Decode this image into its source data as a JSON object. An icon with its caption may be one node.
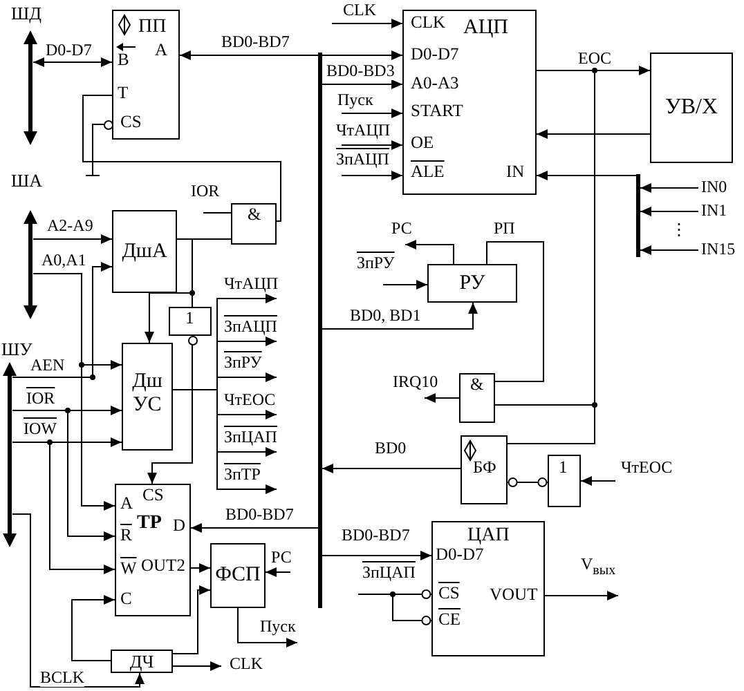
{
  "diagram": {
    "nodes": [
      {
        "text": [
          "ШД"
        ]
      },
      {
        "text": [
          "ПП",
          "B",
          "A",
          "T",
          "CS"
        ]
      },
      {
        "text": [
          "CLK",
          "АЦП",
          "D0-D7",
          "A0-A3",
          "START",
          "OE",
          "ALE",
          "IN"
        ]
      },
      {
        "text": [
          "УВ/Х"
        ]
      },
      {
        "text": [
          "ША"
        ]
      },
      {
        "text": [
          "&"
        ]
      },
      {
        "text": [
          "ДшА"
        ]
      },
      {
        "text": [
          "1"
        ]
      },
      {
        "text": [
          "ШУ"
        ]
      },
      {
        "text": [
          "Дш УС"
        ]
      },
      {
        "text": [
          "РУ"
        ]
      },
      {
        "text": [
          "&"
        ]
      },
      {
        "text": [
          "БФ"
        ]
      },
      {
        "text": [
          "1"
        ]
      },
      {
        "text": [
          "CS",
          "A",
          "ТР",
          "D",
          "R",
          "W",
          "OUT2",
          "C"
        ]
      },
      {
        "text": [
          "ФСП"
        ]
      },
      {
        "text": [
          "ЦАП",
          "D0-D7",
          "CS",
          "CE",
          "VOUT"
        ]
      },
      {
        "text": [
          "ДЧ"
        ]
      },
      {
        "text": [],
        "shape": "bar"
      },
      {
        "text": [],
        "shape": "bar"
      }
    ],
    "edges": [
      {
        "from": 0,
        "to": 1,
        "arrow": "both",
        "label": "D0-D7"
      },
      {
        "from": 18,
        "to": 1,
        "arrow": "to",
        "label": "BD0-BD7"
      },
      {
        "from": 18,
        "to": 2,
        "arrow": "to"
      },
      {
        "from": 18,
        "to": 2,
        "arrow": "to",
        "label": "BD0-BD3"
      },
      {
        "from": null,
        "to": 2,
        "arrow": "to",
        "label": "CLK"
      },
      {
        "from": null,
        "to": 2,
        "arrow": "to",
        "label": "Пуск"
      },
      {
        "from": null,
        "to": 2,
        "arrow": "to",
        "label": "ЧтАЦП"
      },
      {
        "from": null,
        "to": 2,
        "arrow": "to",
        "label": "ЗпАЦП"
      },
      {
        "from": 2,
        "to": 3,
        "arrow": "to",
        "label": "EOC"
      },
      {
        "from": 3,
        "to": 2,
        "arrow": "to"
      },
      {
        "from": 19,
        "to": 2,
        "arrow": "to"
      },
      {
        "from": null,
        "to": 19,
        "arrow": "to",
        "label": "IN0"
      },
      {
        "from": null,
        "to": 19,
        "arrow": "to",
        "label": "IN1"
      },
      {
        "from": null,
        "to": 19,
        "arrow": "to",
        "label": "IN15"
      },
      {
        "from": 2,
        "to": 11,
        "arrow": "none"
      },
      {
        "from": 2,
        "to": 12,
        "arrow": "none"
      },
      {
        "from": 4,
        "to": 6,
        "arrow": "to",
        "label": "A2-A9"
      },
      {
        "from": 4,
        "to": 14,
        "arrow": "to",
        "label": "A0,A1"
      },
      {
        "from": null,
        "to": 5,
        "arrow": "none",
        "label": "IOR"
      },
      {
        "from": 6,
        "to": 5,
        "arrow": "none"
      },
      {
        "from": 5,
        "to": 1,
        "arrow": "none"
      },
      {
        "from": 6,
        "to": 7,
        "arrow": "none"
      },
      {
        "from": 6,
        "to": 9,
        "arrow": "to"
      },
      {
        "from": 8,
        "to": 6,
        "arrow": "to",
        "label": "AEN"
      },
      {
        "from": 4,
        "to": 9,
        "arrow": "to"
      },
      {
        "from": 8,
        "to": 9,
        "arrow": "to",
        "label": "IOR"
      },
      {
        "from": 8,
        "to": 14,
        "arrow": "to"
      },
      {
        "from": 8,
        "to": 9,
        "arrow": "to",
        "label": "IOW"
      },
      {
        "from": 8,
        "to": 14,
        "arrow": "to"
      },
      {
        "from": 8,
        "to": 17,
        "arrow": "to",
        "label": "BCLK"
      },
      {
        "from": 7,
        "to": 14,
        "arrow": "to"
      },
      {
        "from": 9,
        "to": null,
        "arrow": "to",
        "label": "ЧтАЦП"
      },
      {
        "from": 9,
        "to": null,
        "arrow": "to",
        "label": "ЗпАЦП"
      },
      {
        "from": 9,
        "to": null,
        "arrow": "to",
        "label": "ЗпРУ"
      },
      {
        "from": 9,
        "to": null,
        "arrow": "to",
        "label": "ЧтЕОС"
      },
      {
        "from": 9,
        "to": null,
        "arrow": "to",
        "label": "ЗпЦАП"
      },
      {
        "from": 9,
        "to": null,
        "arrow": "to",
        "label": "ЗпТР"
      },
      {
        "from": 18,
        "to": 14,
        "arrow": "to",
        "label": "BD0-BD7"
      },
      {
        "from": 14,
        "to": 15,
        "arrow": "to"
      },
      {
        "from": null,
        "to": 15,
        "arrow": "to",
        "label": "РС"
      },
      {
        "from": 15,
        "to": null,
        "arrow": "to",
        "label": "Пуск"
      },
      {
        "from": 17,
        "to": 14,
        "arrow": "to"
      },
      {
        "from": 17,
        "to": 15,
        "arrow": "to"
      },
      {
        "from": 17,
        "to": null,
        "arrow": "to",
        "label": "CLK"
      },
      {
        "from": 18,
        "to": 10,
        "arrow": "to",
        "label": "BD0, BD1"
      },
      {
        "from": null,
        "to": 10,
        "arrow": "to",
        "label": "ЗпРУ"
      },
      {
        "from": 10,
        "to": null,
        "arrow": "to",
        "label": "РС"
      },
      {
        "from": 10,
        "to": 11,
        "arrow": "none",
        "label": "РП"
      },
      {
        "from": 11,
        "to": null,
        "arrow": "to",
        "label": "IRQ10"
      },
      {
        "from": 12,
        "to": 18,
        "arrow": "to",
        "label": "BD0"
      },
      {
        "from": 12,
        "to": 13,
        "arrow": "other"
      },
      {
        "from": null,
        "to": 13,
        "arrow": "to",
        "label": "ЧтЕОС"
      },
      {
        "from": 18,
        "to": 16,
        "arrow": "to",
        "label": "BD0-BD7"
      },
      {
        "from": null,
        "to": 16,
        "arrow": "other",
        "label": "ЗпЦАП"
      },
      {
        "from": null,
        "to": 16,
        "arrow": "other"
      },
      {
        "from": 16,
        "to": null,
        "arrow": "to",
        "label": "V$_{вых}$"
      }
    ],
    "labels": [
      "⋮"
    ]
  }
}
